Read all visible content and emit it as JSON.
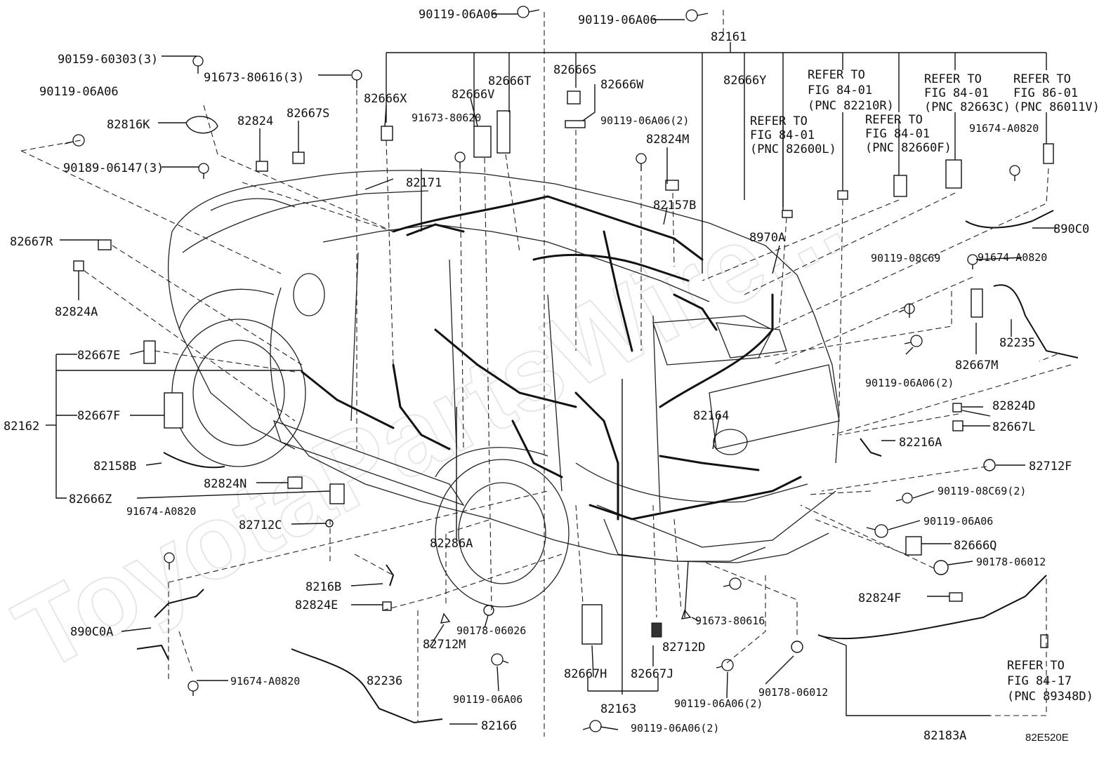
{
  "diagram": {
    "watermark": "ToyotaPartsWire...",
    "figure_code": "82E520E",
    "labels": [
      "90119-06A06",
      "90119-06A06",
      "82161",
      "90159-60303(3)",
      "91673-80616(3)",
      "90119-06A06",
      "82816K",
      "90189-06147(3)",
      "82824",
      "82667S",
      "82666X",
      "82666V",
      "82666T",
      "82666S",
      "82666W",
      "91673-80620",
      "90119-06A06(2)",
      "82824M",
      "82666Y",
      "82171",
      "82157B",
      "8970A",
      "82667R",
      "82824A",
      "82667E",
      "82162",
      "82667F",
      "82158B",
      "82824N",
      "82666Z",
      "91674-A0820",
      "82712C",
      "82286A",
      "8216B",
      "82824E",
      "890C0A",
      "91674-A0820",
      "82236",
      "82166",
      "82712M",
      "90178-06026",
      "90119-06A06",
      "82667H",
      "82667J",
      "82163",
      "90119-06A06(2)",
      "82712D",
      "91673-80616",
      "90119-06A06(2)",
      "90178-06012",
      "82164",
      "82216A",
      "82712F",
      "90119-08C69(2)",
      "90119-06A06",
      "82666Q",
      "90178-06012",
      "82824F",
      "82183A",
      "90119-08C69",
      "91674-A0820",
      "890C0",
      "82235",
      "82667M",
      "90119-06A06(2)",
      "82824D",
      "82667L",
      "91674-A0820"
    ],
    "refs": [
      {
        "line1": "REFER TO",
        "line2": "FIG 84-01",
        "line3": "(PNC 82600L)"
      },
      {
        "line1": "REFER TO",
        "line2": "FIG 84-01",
        "line3": "(PNC 82210R)"
      },
      {
        "line1": "REFER TO",
        "line2": "FIG 84-01",
        "line3": "(PNC 82660F)"
      },
      {
        "line1": "REFER TO",
        "line2": "FIG 84-01",
        "line3": "(PNC 82663C)"
      },
      {
        "line1": "REFER TO",
        "line2": "FIG 86-01",
        "line3": "(PNC 86011V)"
      },
      {
        "line1": "REFER TO",
        "line2": "FIG 84-17",
        "line3": "(PNC 89348D)"
      }
    ]
  }
}
